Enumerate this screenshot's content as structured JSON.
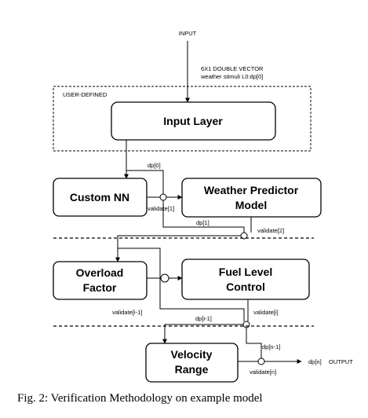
{
  "labels": {
    "input": "INPUT",
    "vector_line1": "6X1 DOUBLE VECTOR",
    "vector_line2": "weather stimuli L0:dp[0]",
    "user_defined": "USER-DEFINED",
    "dp0": "dp[0]",
    "validate1": "validate[1]",
    "dp1": "dp[1]",
    "validate2": "validate[2]",
    "validate_i1": "validate[i-1]",
    "validate_i": "validate[i]",
    "dp_i1": "dp[i-1]",
    "dp_n1": "dp[n-1]",
    "validate_n": "validate[n]",
    "dp_n": "dp[n]",
    "output": "OUTPUT"
  },
  "boxes": {
    "input_layer": "Input Layer",
    "custom_nn": "Custom NN",
    "weather_line1": "Weather Predictor",
    "weather_line2": "Model",
    "overload_line1": "Overload",
    "overload_line2": "Factor",
    "fuel_line1": "Fuel Level",
    "fuel_line2": "Control",
    "velocity_line1": "Velocity",
    "velocity_line2": "Range"
  },
  "caption": "Fig. 2: Verification Methodology on example model"
}
